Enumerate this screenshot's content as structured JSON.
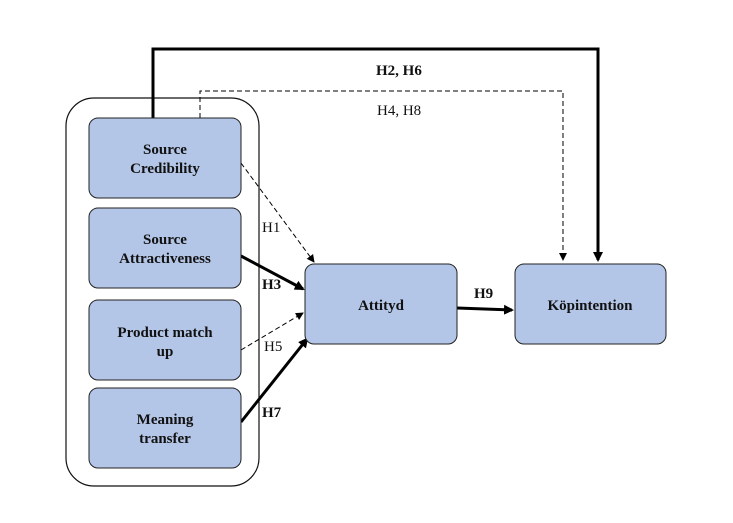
{
  "colors": {
    "node_fill": "#b4c6e7",
    "node_stroke": "#2b2b2b",
    "edge": "#000000",
    "background": "#ffffff"
  },
  "nodes": {
    "source_credibility": [
      "Source",
      "Credibility"
    ],
    "source_attractiveness": [
      "Source",
      "Attractiveness"
    ],
    "product_match_up": [
      "Product match",
      "up"
    ],
    "meaning_transfer": [
      "Meaning",
      "transfer"
    ],
    "attityd": [
      "Attityd"
    ],
    "kopintention": [
      "Köpintention"
    ]
  },
  "edges": {
    "h1": {
      "label": "H1",
      "style": "dashed",
      "bold": false
    },
    "h3": {
      "label": "H3",
      "style": "solid",
      "bold": true
    },
    "h5": {
      "label": "H5",
      "style": "dashed",
      "bold": false
    },
    "h7": {
      "label": "H7",
      "style": "solid",
      "bold": true
    },
    "h9": {
      "label": "H9",
      "style": "solid",
      "bold": true
    },
    "h2_h6": {
      "label": "H2, H6",
      "style": "solid",
      "bold": true
    },
    "h4_h8": {
      "label": "H4, H8",
      "style": "dashed",
      "bold": false
    }
  }
}
